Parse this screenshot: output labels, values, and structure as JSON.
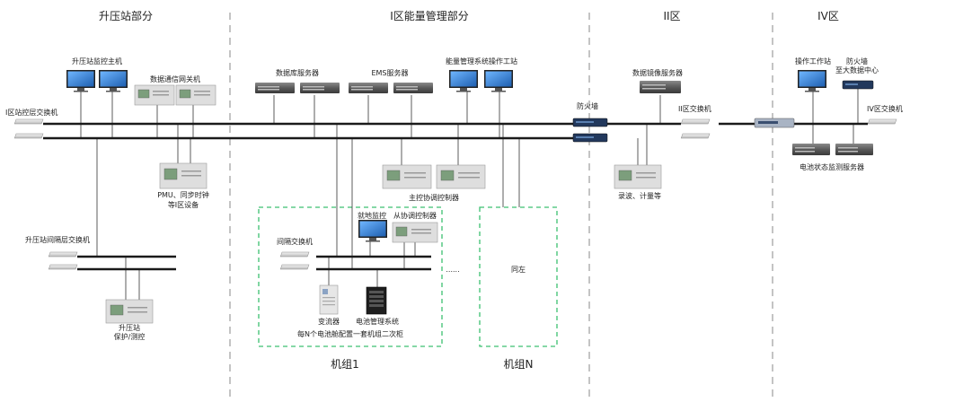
{
  "sections": {
    "booster": "升压站部分",
    "zone1_energy": "I区能量管理部分",
    "zone2": "II区",
    "zone4": "IV区"
  },
  "labels": {
    "booster_monitor_host": "升压站监控主机",
    "data_gateway": "数据通信网关机",
    "station_switch": "I区站控层交换机",
    "pmu_line1": "PMU、同步时钟",
    "pmu_line2": "等I区设备",
    "bay_switch_booster": "升压站间隔层交换机",
    "booster_prot_line1": "升压站",
    "booster_prot_line2": "保护/测控",
    "db_server": "数据库服务器",
    "ems_server": "EMS服务器",
    "ems_workstation": "能量管理系统操作工站",
    "main_coord_ctrl": "主控协调控制器",
    "firewall": "防火墙",
    "local_monitor": "就地监控",
    "slave_coord_ctrl": "从协调控制器",
    "bay_switch": "间隔交换机",
    "pcs": "变流器",
    "bms": "电池管理系统",
    "secondary_cabinet": "每N个电池舱配置一套机组二次柜",
    "unit1": "机组1",
    "unitN": "机组N",
    "same_left": "同左",
    "dots": "......",
    "data_mirror_server": "数据镜像服务器",
    "zone2_switch": "II区交换机",
    "recorder": "录波、计量等",
    "op_workstation": "操作工作站",
    "firewall2_line1": "防火墙",
    "firewall2_line2": "至大数据中心",
    "zone4_switch": "IV区交换机",
    "battery_monitor_server": "电池状态监测服务器"
  },
  "colors": {
    "bus": "#1a1a1a",
    "dashed_divider": "#8a8a8a",
    "group_border": "#3cc070",
    "device_gray": "#dcdcdc",
    "rack_dark": "#4a4a4a",
    "monitor_blue": "#3a7fc4",
    "firewall_navy": "#22385c"
  }
}
